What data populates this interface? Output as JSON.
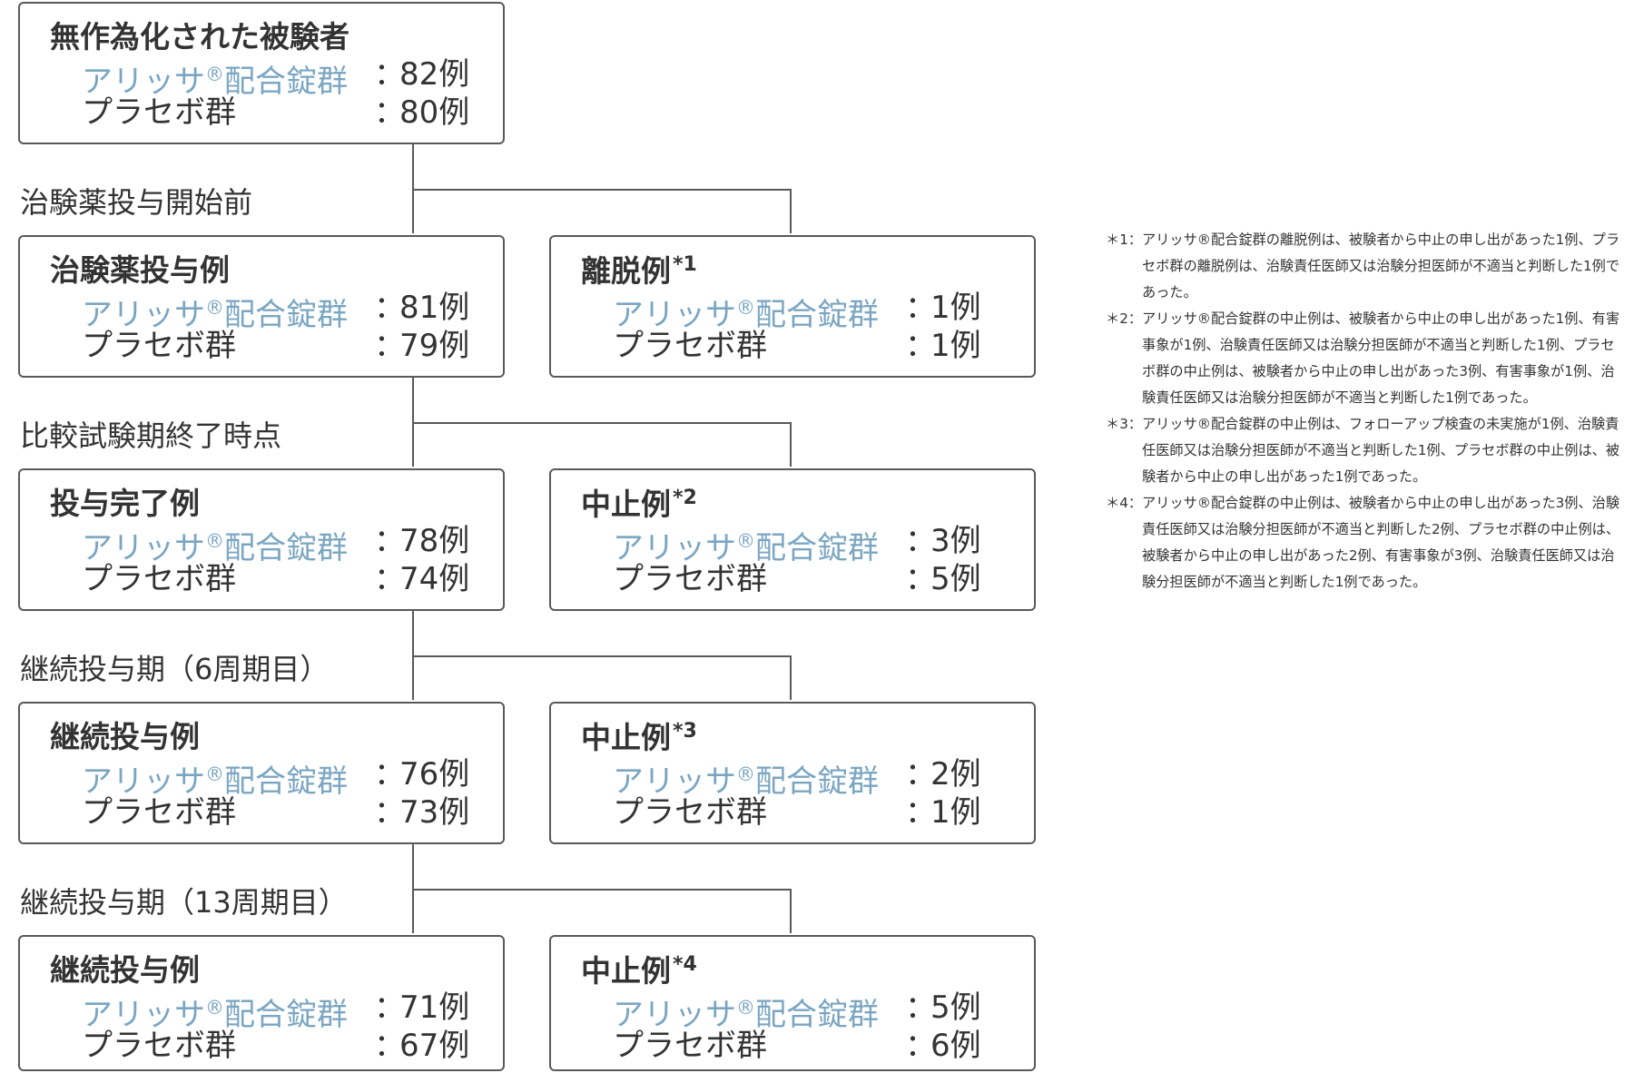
{
  "colors": {
    "accent": "#7ba6c2",
    "text": "#333333",
    "border": "#595959"
  },
  "randomized": {
    "title": "無作為化された被験者",
    "rows": [
      {
        "label": "アリッサ",
        "mark": "®",
        "suffix": "配合錠群",
        "colon": "：",
        "value": "82例"
      },
      {
        "label": "プラセボ群",
        "colon": "：",
        "value": "80例"
      }
    ]
  },
  "stages": [
    {
      "phase": "治験薬投与開始前",
      "main": {
        "title": "治験薬投与例",
        "rows": [
          {
            "label": "アリッサ",
            "mark": "®",
            "suffix": "配合錠群",
            "colon": "：",
            "value": "81例"
          },
          {
            "label": "プラセボ群",
            "colon": "：",
            "value": "79例"
          }
        ]
      },
      "side": {
        "title": "離脱例",
        "note_ref": "*1",
        "rows": [
          {
            "label": "アリッサ",
            "mark": "®",
            "suffix": "配合錠群",
            "colon": "：",
            "value": "1例"
          },
          {
            "label": "プラセボ群",
            "colon": "：",
            "value": "1例"
          }
        ]
      }
    },
    {
      "phase": "比較試験期終了時点",
      "main": {
        "title": "投与完了例",
        "rows": [
          {
            "label": "アリッサ",
            "mark": "®",
            "suffix": "配合錠群",
            "colon": "：",
            "value": "78例"
          },
          {
            "label": "プラセボ群",
            "colon": "：",
            "value": "74例"
          }
        ]
      },
      "side": {
        "title": "中止例",
        "note_ref": "*2",
        "rows": [
          {
            "label": "アリッサ",
            "mark": "®",
            "suffix": "配合錠群",
            "colon": "：",
            "value": "3例"
          },
          {
            "label": "プラセボ群",
            "colon": "：",
            "value": "5例"
          }
        ]
      }
    },
    {
      "phase": "継続投与期（6周期目）",
      "main": {
        "title": "継続投与例",
        "rows": [
          {
            "label": "アリッサ",
            "mark": "®",
            "suffix": "配合錠群",
            "colon": "：",
            "value": "76例"
          },
          {
            "label": "プラセボ群",
            "colon": "：",
            "value": "73例"
          }
        ]
      },
      "side": {
        "title": "中止例",
        "note_ref": "*3",
        "rows": [
          {
            "label": "アリッサ",
            "mark": "®",
            "suffix": "配合錠群",
            "colon": "：",
            "value": "2例"
          },
          {
            "label": "プラセボ群",
            "colon": "：",
            "value": "1例"
          }
        ]
      }
    },
    {
      "phase": "継続投与期（13周期目）",
      "main": {
        "title": "継続投与例",
        "rows": [
          {
            "label": "アリッサ",
            "mark": "®",
            "suffix": "配合錠群",
            "colon": "：",
            "value": "71例"
          },
          {
            "label": "プラセボ群",
            "colon": "：",
            "value": "67例"
          }
        ]
      },
      "side": {
        "title": "中止例",
        "note_ref": "*4",
        "rows": [
          {
            "label": "アリッサ",
            "mark": "®",
            "suffix": "配合錠群",
            "colon": "：",
            "value": "5例"
          },
          {
            "label": "プラセボ群",
            "colon": "：",
            "value": "6例"
          }
        ]
      }
    }
  ],
  "footnotes": [
    {
      "marker": "＊1：",
      "text": "アリッサ®配合錠群の離脱例は、被験者から中止の申し出があった1例、プラセボ群の離脱例は、治験責任医師又は治験分担医師が不適当と判断した1例であった。"
    },
    {
      "marker": "＊2：",
      "text": "アリッサ®配合錠群の中止例は、被験者から中止の申し出があった1例、有害事象が1例、治験責任医師又は治験分担医師が不適当と判断した1例、プラセボ群の中止例は、被験者から中止の申し出があった3例、有害事象が1例、治験責任医師又は治験分担医師が不適当と判断した1例であった。"
    },
    {
      "marker": "＊3：",
      "text": "アリッサ®配合錠群の中止例は、フォローアップ検査の未実施が1例、治験責任医師又は治験分担医師が不適当と判断した1例、プラセボ群の中止例は、被験者から中止の申し出があった1例であった。"
    },
    {
      "marker": "＊4：",
      "text": "アリッサ®配合錠群の中止例は、被験者から中止の申し出があった3例、治験責任医師又は治験分担医師が不適当と判断した2例、プラセボ群の中止例は、被験者から中止の申し出があった2例、有害事象が3例、治験責任医師又は治験分担医師が不適当と判断した1例であった。"
    }
  ]
}
